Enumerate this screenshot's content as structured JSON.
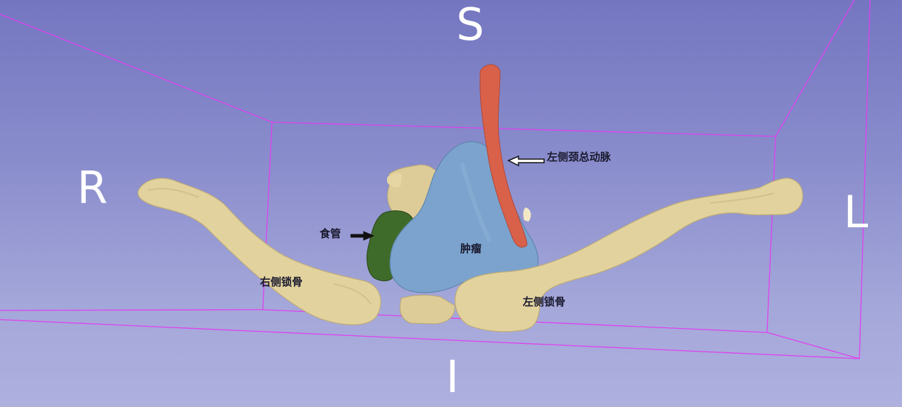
{
  "orientation": {
    "superior": "S",
    "right": "R",
    "left": "L",
    "inferior": "I"
  },
  "annotations": {
    "left_common_carotid": "左侧颈总动脉",
    "esophagus": "食管",
    "tumor": "肿瘤",
    "right_clavicle": "右侧锁骨",
    "left_clavicle": "左侧锁骨"
  },
  "colors": {
    "background_top": "#7476c0",
    "background_bottom": "#aeb0de",
    "bounding_box": "#e040f0",
    "bone": "#e2d29e",
    "tumor": "#7ba3cd",
    "esophagus": "#3f6b2a",
    "artery": "#d9614a"
  }
}
